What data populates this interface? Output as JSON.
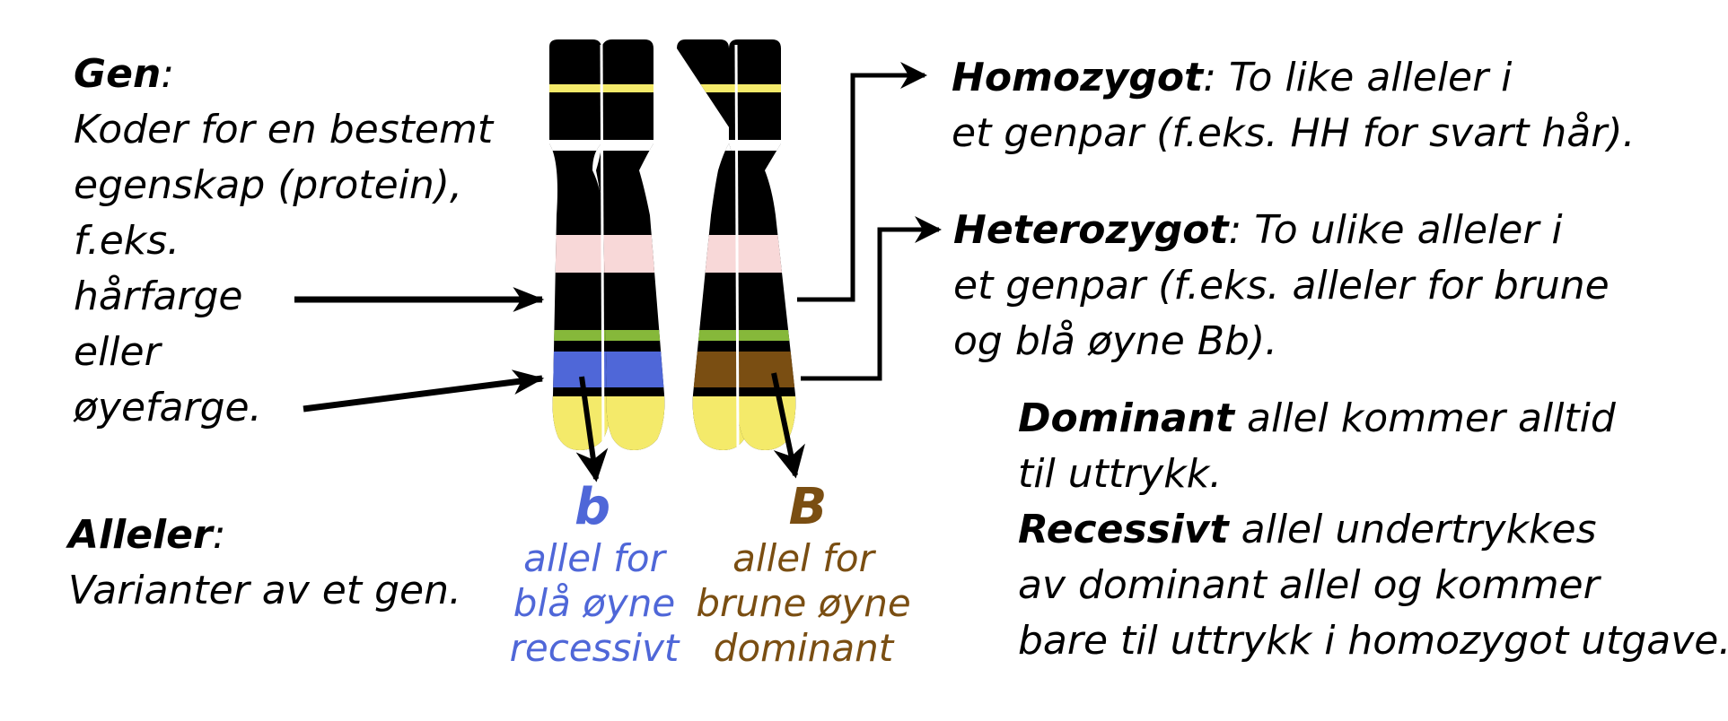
{
  "gen": {
    "term": "Gen",
    "colon": ":",
    "lines": [
      "Koder for en bestemt",
      "egenskap (protein),",
      "f.eks.",
      "hårfarge",
      "eller",
      "øyefarge."
    ]
  },
  "alleler": {
    "term": "Alleler",
    "colon": ":",
    "line": "Varianter av et gen."
  },
  "homozygot": {
    "term": "Homozygot",
    "rest1": ": To like alleler i",
    "line2": "et genpar (f.eks. HH for svart hår)."
  },
  "heterozygot": {
    "term": "Heterozygot",
    "rest1": ": To ulike alleler i",
    "line2": "et genpar (f.eks. alleler for brune",
    "line3": "og blå øyne Bb)."
  },
  "dominance": {
    "dominant_term": "Dominant",
    "dominant_rest": " allel kommer alltid",
    "dominant_line2": "til uttrykk.",
    "recessive_term": "Recessivt",
    "recessive_rest": " allel undertrykkes",
    "recessive_line2": "av dominant allel og kommer",
    "recessive_line3": "bare til uttrykk i homozygot utgave."
  },
  "allele_b": {
    "letter": "b",
    "lines": [
      "allel for",
      "blå øyne",
      "recessivt"
    ],
    "color": "#4f67d8"
  },
  "allele_B": {
    "letter": "B",
    "lines": [
      "allel for",
      "brune øyne",
      "dominant"
    ],
    "color": "#7a4e12"
  },
  "colors": {
    "chromosome": "#000000",
    "yellow_band": "#f4ea6a",
    "pink_band": "#f8d8d8",
    "green_band": "#86b83a",
    "blue_band": "#4f67d8",
    "brown_band": "#7a4e12",
    "arrow": "#000000"
  }
}
